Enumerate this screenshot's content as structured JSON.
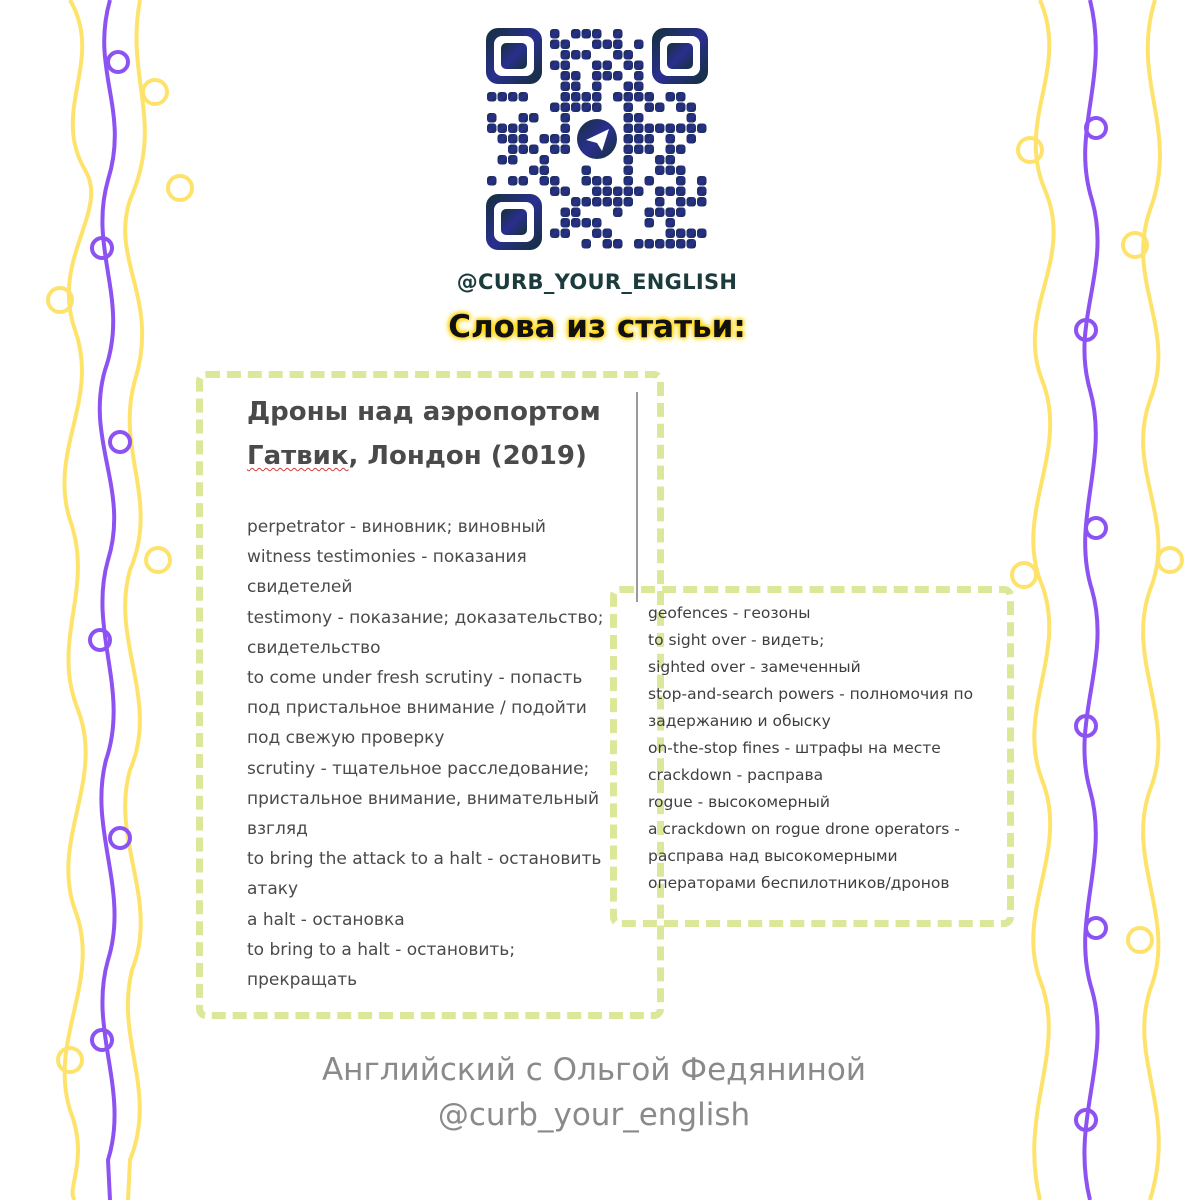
{
  "qr": {
    "icon": "telegram-plane-icon",
    "color_dark": "#14303a",
    "color_blue": "#2a2f8f"
  },
  "handle": "@CURB_YOUR_ENGLISH",
  "heading": "Слова из статьи:",
  "accent": {
    "highlight": "#ffd400",
    "box_border": "#dde79a",
    "yellow_vine": "#fde36b",
    "purple_vine": "#8c52f2"
  },
  "card": {
    "title_line1": "Дроны над аэропортом",
    "title_word_underlined": "Гатвик",
    "title_rest": ", Лондон (2019)",
    "left_items": [
      "perpetrator - виновник; виновный",
      "witness testimonies - показания свидетелей",
      "testimony - показание; доказательство; свидетельство",
      "to come under fresh scrutiny - попасть под пристальное внимание / подойти под свежую проверку",
      "scrutiny - тщательное расследование; пристальное внимание, внимательный взгляд",
      "to bring the attack to a halt - остановить атаку",
      "a halt - остановка",
      "to bring to a halt - остановить; прекращать"
    ],
    "right_items": [
      "geofences - геозоны",
      "to sight over - видеть;",
      "sighted over - замеченный",
      "stop-and-search powers - полномочия по задержанию и обыску",
      "on-the-stop fines - штрафы на месте",
      "crackdown - расправа",
      "rogue - высокомерный",
      "a crackdown on rogue drone operators - расправа над высокомерными операторами беспилотников/дронов"
    ]
  },
  "footer": {
    "line1": "Английский с Ольгой Федяниной",
    "line2": "@curb_your_english"
  }
}
